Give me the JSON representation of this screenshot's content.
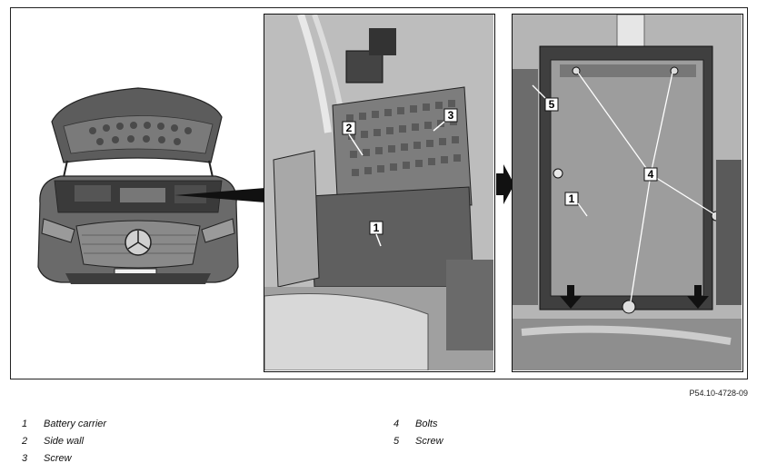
{
  "figure_ref": "P54.10-4728-09",
  "callouts": {
    "c1_mid": "1",
    "c2": "2",
    "c3": "3",
    "c1_right": "1",
    "c4": "4",
    "c5": "5"
  },
  "legend": [
    {
      "num": "1",
      "text": "Battery carrier"
    },
    {
      "num": "2",
      "text": "Side wall"
    },
    {
      "num": "3",
      "text": "Screw"
    },
    {
      "num": "4",
      "text": "Bolts"
    },
    {
      "num": "5",
      "text": "Screw"
    }
  ]
}
